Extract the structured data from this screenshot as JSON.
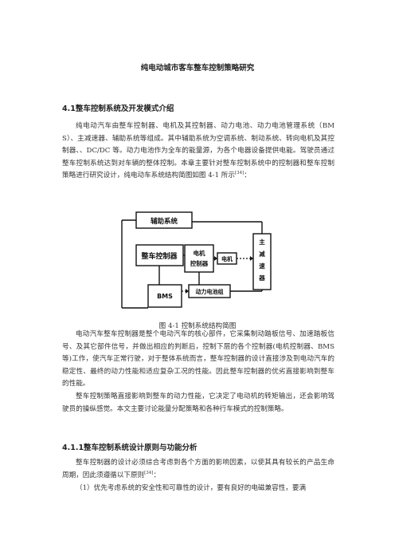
{
  "doc": {
    "title": "纯电动城市客车整车控制策略研究",
    "section_heading": "4.1整车控制系统及开发模式介绍",
    "para1": "纯电动汽车由整车控制器、电机及其控制器、动力电池、动力电池管理系统（BMS）、主减速器、辅助系统等组成。其中辅助系统为空调系统、制动系统、转向电机及其控制器、、DC/DC 等。动力电池作为全车的能量源，为各个电器设备提供电能。驾驶员通过整车控制系统达到对车辆的整体控制。本章主要针对整车控制系统中的控制器和整车控制策略进行研究设计，纯电动车系统结构简图如图 4-1 所示",
    "para1_ref": "[34]",
    "para1_end": "：",
    "figure": {
      "boxes": {
        "aux": "辅助系统",
        "vcu": "整车控制器",
        "mc_line1": "电机",
        "mc_line2": "控制器",
        "motor": "电机",
        "reducer": [
          "主",
          "减",
          "速",
          "器"
        ],
        "bms": "BMS",
        "battery": "动力电池组"
      },
      "caption": "图 4-1  控制系统结构简图"
    },
    "para2": "电动汽车整车控制器是整个电动汽车的核心部件，它采集制动踏板信号、加速踏板信号、及其它部件信号，并做出相应的判断后，控制下层的各个控制器(电机控制器、BMS 等)工作，使汽车正常行驶，对于整体系统而言，整车控制器的设计直接涉及到电动汽车的稳定性、最终的动力性能和适应复杂工况的性能。因此整车控制器的优劣直接影响到整车的性能。",
    "para3": "整车控制策略直接影响到整车的动力性能，它决定了电动机的转矩输出，还会影响驾驶员的操纵感觉。本文主要讨论能量分配策略和各种行车模式的控制策略。",
    "subsection_heading": "4.1.1整车控制系统设计原则与功能分析",
    "para4": "整车控制器的设计必须综合考虑到各个方面的影响因素，以使其具有较长的产品生命周期，因此须遵循以下原则",
    "para4_ref": "[34]",
    "para4_end": "：",
    "para5": "（1）优先考虑系统的安全性和可靠性的设计，要有良好的电磁兼容性，要满"
  }
}
